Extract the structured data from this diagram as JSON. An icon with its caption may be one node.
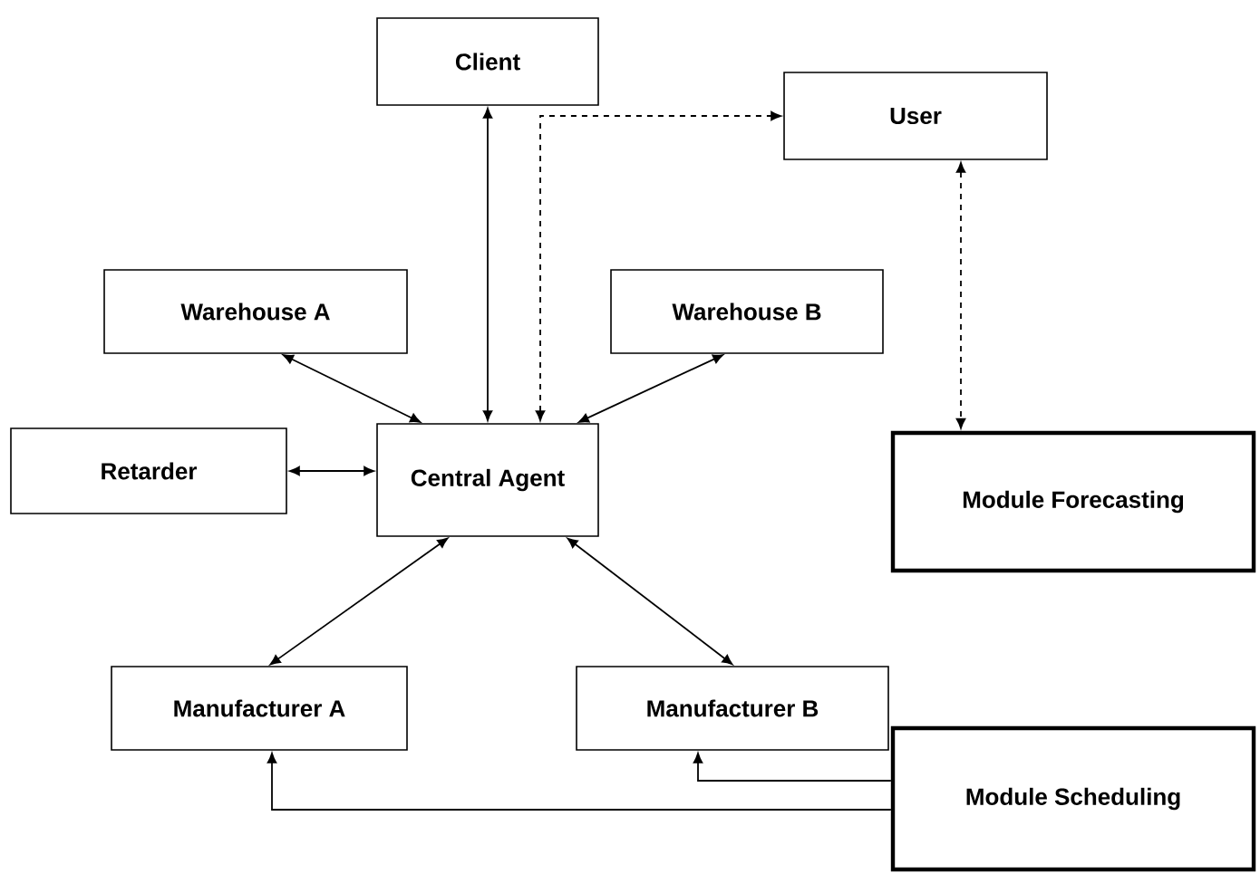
{
  "diagram": {
    "nodes": [
      {
        "text": [
          "Client"
        ]
      },
      {
        "text": [
          "User"
        ]
      },
      {
        "text": [
          "Warehouse A"
        ]
      },
      {
        "text": [
          "Warehouse B"
        ]
      },
      {
        "text": [
          "Central Agent"
        ]
      },
      {
        "text": [
          "Retarder"
        ]
      },
      {
        "text": [
          "Module Forecasting"
        ]
      },
      {
        "text": [
          "Manufacturer A"
        ]
      },
      {
        "text": [
          "Manufacturer B"
        ]
      },
      {
        "text": [
          "Module Scheduling"
        ]
      }
    ],
    "edges": [
      {
        "from": 0,
        "to": 4,
        "arrow": "both"
      },
      {
        "from": 4,
        "to": 1,
        "arrow": "both",
        "style": "dashed"
      },
      {
        "from": 1,
        "to": 6,
        "arrow": "both",
        "style": "dashed"
      },
      {
        "from": 2,
        "to": 4,
        "arrow": "both"
      },
      {
        "from": 3,
        "to": 4,
        "arrow": "both"
      },
      {
        "from": 5,
        "to": 4,
        "arrow": "both"
      },
      {
        "from": 4,
        "to": 7,
        "arrow": "both"
      },
      {
        "from": 4,
        "to": 8,
        "arrow": "both"
      },
      {
        "from": 9,
        "to": 7,
        "arrow": "to"
      },
      {
        "from": 9,
        "to": 8,
        "arrow": "to"
      }
    ]
  }
}
